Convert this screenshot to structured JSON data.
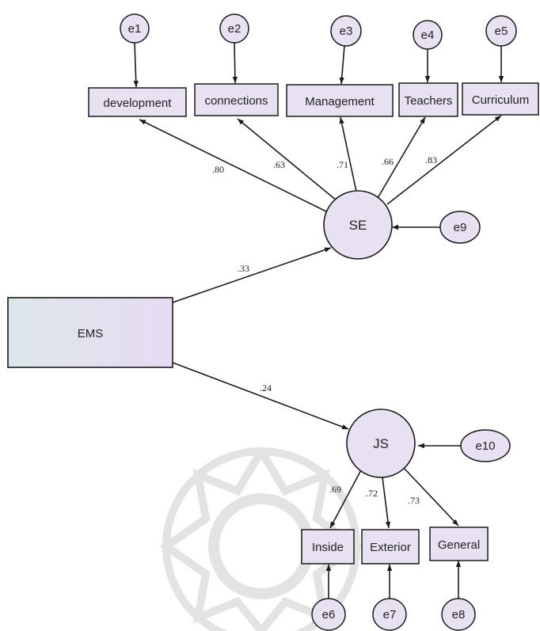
{
  "indicators": {
    "development": "development",
    "connections": "connections",
    "management": "Management",
    "teachers": "Teachers",
    "curriculum": "Curriculum",
    "inside": "Inside",
    "exterior": "Exterior",
    "general": "General"
  },
  "latents": {
    "se": "SE",
    "js": "JS"
  },
  "observed": {
    "ems": "EMS"
  },
  "errors": {
    "e1": "e1",
    "e2": "e2",
    "e3": "e3",
    "e4": "e4",
    "e5": "e5",
    "e6": "e6",
    "e7": "e7",
    "e8": "e8",
    "e9": "e9",
    "e10": "e10"
  },
  "weights": {
    "se_development": ".80",
    "se_connections": ".63",
    "se_management": ".71",
    "se_teachers": ".66",
    "se_curriculum": ".83",
    "ems_se": ".33",
    "ems_js": ".24",
    "js_inside": ".69",
    "js_exterior": ".72",
    "js_general": ".73"
  },
  "colors": {
    "node_fill": "#e8e1f2",
    "stroke": "#1a1a1a",
    "watermark": "#e3e3e3"
  }
}
